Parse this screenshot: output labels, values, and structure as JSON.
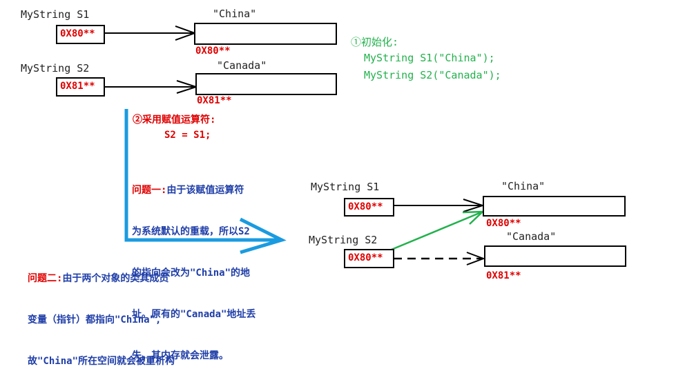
{
  "top_s1": {
    "var": "MyString S1",
    "ptr": "0X80**",
    "value": "\"China\"",
    "addr": "0X80**"
  },
  "top_s2": {
    "var": "MyString S2",
    "ptr": "0X81**",
    "value": "\"Canada\"",
    "addr": "0X81**"
  },
  "init": {
    "title": "①初始化:",
    "line1": "MyString S1(\"China\");",
    "line2": "MyString S2(\"Canada\");"
  },
  "assign": {
    "title": "②采用赋值运算符:",
    "code": "S2 = S1;"
  },
  "problem1": {
    "label": "问题一:",
    "text1": "由于该赋值运算符",
    "text2": "为系统默认的重载，所以S2",
    "text3": "的指向会改为\"China\"的地",
    "text4": "址。原有的\"Canada\"地址丢",
    "text5": "失，其内存就会泄露。"
  },
  "problem2": {
    "label": "问题二:",
    "text1": "由于两个对象的类其成员",
    "text2": "变量（指针）都指向\"China\",",
    "text3": "故\"China\"所在空间就会被重析构"
  },
  "bottom_s1": {
    "var": "MyString S1",
    "ptr": "0X80**",
    "value": "\"China\"",
    "addr": "0X80**"
  },
  "bottom_s2": {
    "var": "MyString S2",
    "ptr": "0X80**",
    "value": "\"Canada\"",
    "addr": "0X81**"
  },
  "colors": {
    "pointer_text": "#e00000",
    "init_text": "#22b14c",
    "big_arrow": "#1a9be0",
    "new_link": "#22b14c",
    "note_text": "#1f3ea8"
  }
}
